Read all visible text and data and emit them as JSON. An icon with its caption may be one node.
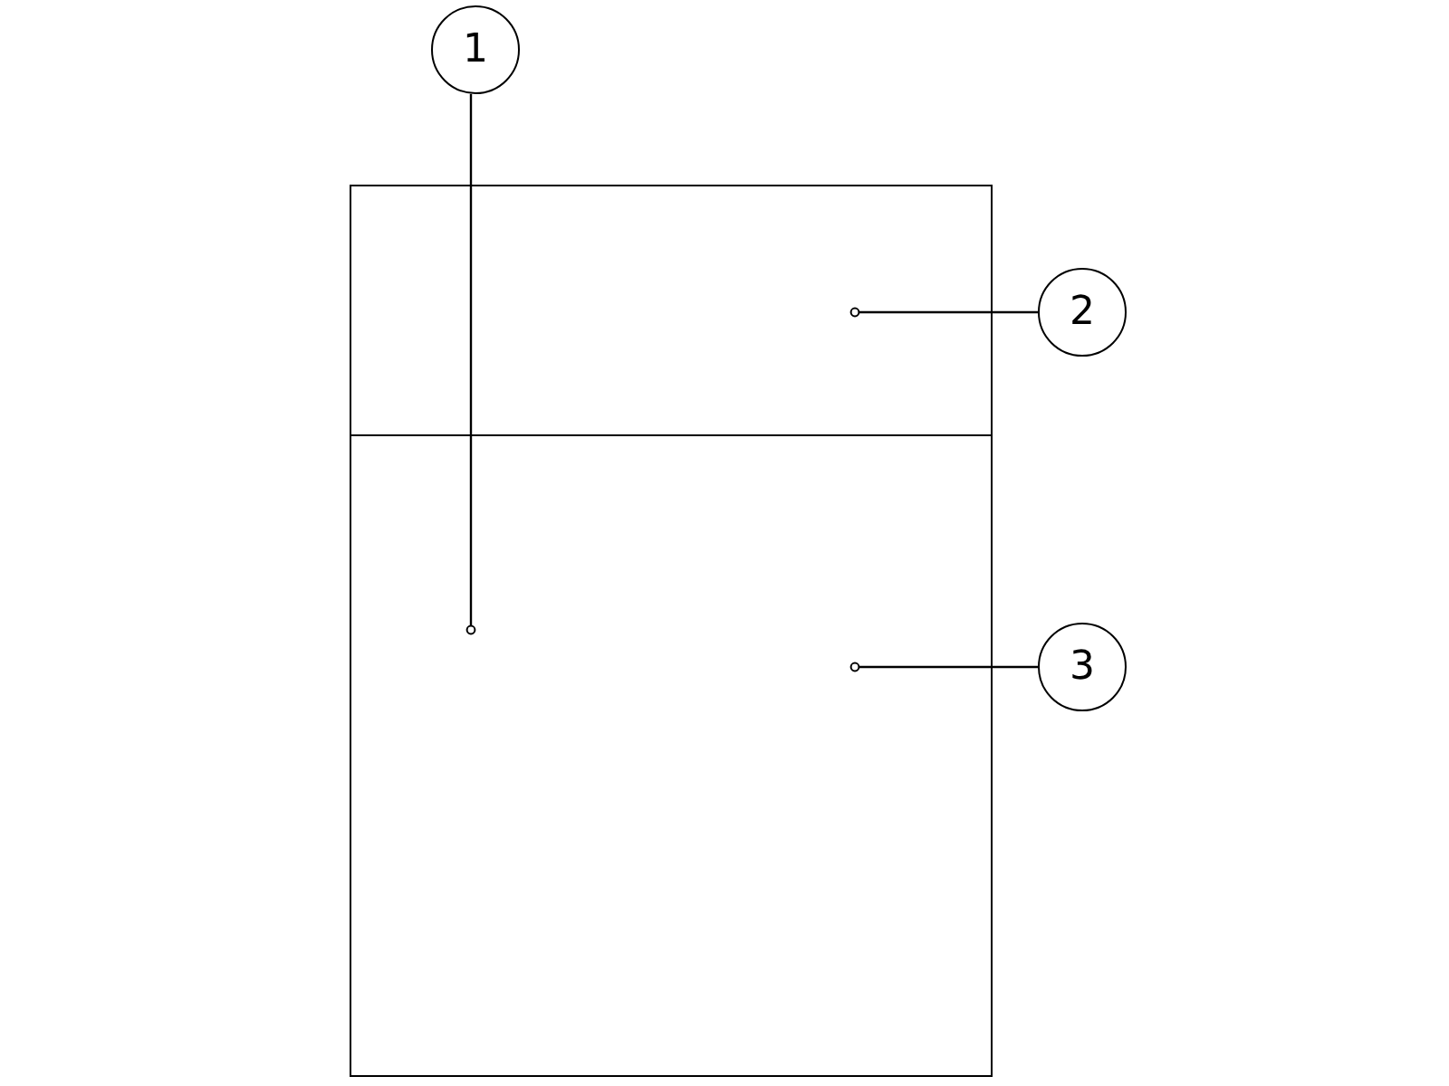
{
  "diagram": {
    "nodes": [
      {
        "text": [
          "1"
        ]
      },
      {
        "text": [
          "2"
        ]
      },
      {
        "text": [
          "3"
        ]
      },
      {
        "text": [],
        "shape": "box"
      },
      {
        "text": [],
        "shape": "box"
      }
    ],
    "edges": [
      {
        "from": 0,
        "to": 4,
        "arrow": "other"
      },
      {
        "from": 1,
        "to": 3,
        "arrow": "other"
      },
      {
        "from": 2,
        "to": 4,
        "arrow": "other"
      }
    ]
  }
}
